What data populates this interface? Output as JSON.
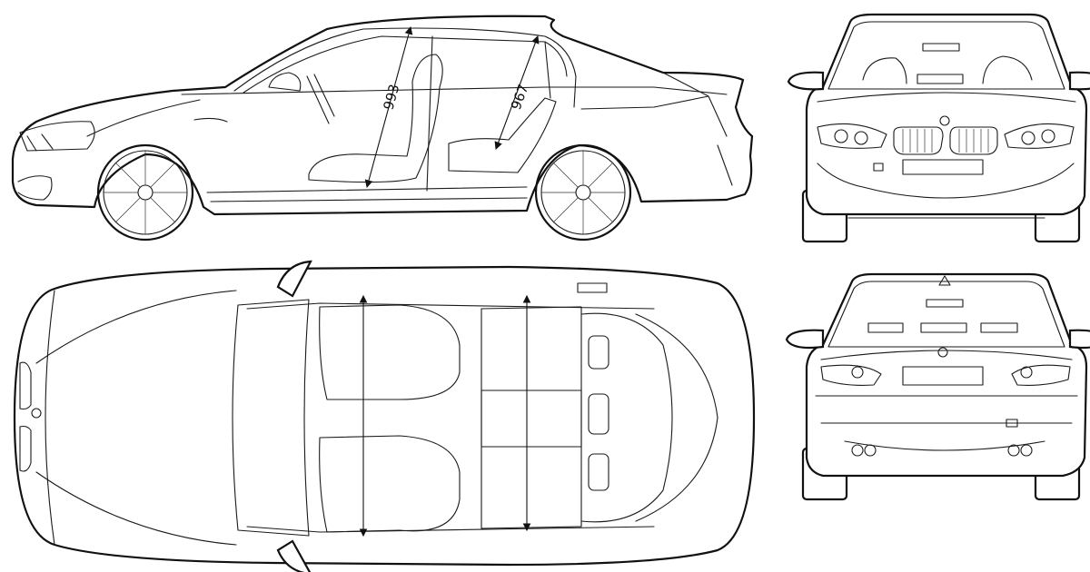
{
  "drawing": {
    "views": [
      "side",
      "front",
      "top",
      "rear"
    ],
    "dimensions": {
      "front_headroom": "993",
      "rear_headroom": "967"
    }
  }
}
